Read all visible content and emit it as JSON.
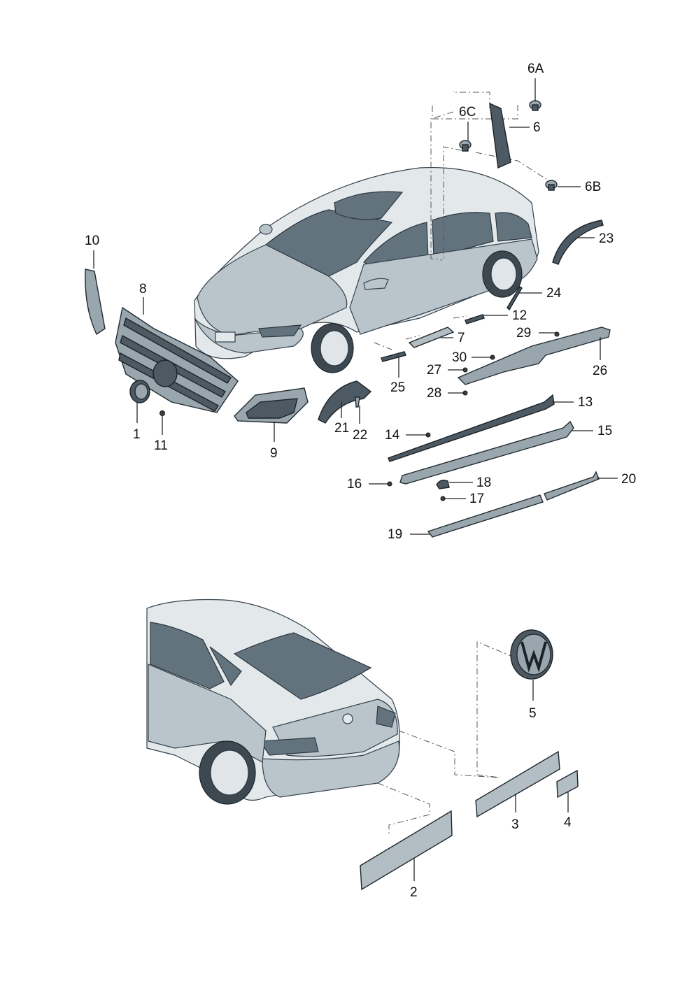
{
  "callouts": {
    "c1": "1",
    "c2": "2",
    "c3": "3",
    "c4": "4",
    "c5": "5",
    "c6": "6",
    "c6A": "6A",
    "c6B": "6B",
    "c6C": "6C",
    "c7": "7",
    "c8": "8",
    "c9": "9",
    "c10": "10",
    "c11": "11",
    "c12": "12",
    "c13": "13",
    "c14": "14",
    "c15": "15",
    "c16": "16",
    "c17": "17",
    "c18": "18",
    "c19": "19",
    "c20": "20",
    "c21": "21",
    "c22": "22",
    "c23": "23",
    "c24": "24",
    "c25": "25",
    "c26": "26",
    "c27": "27",
    "c28": "28",
    "c29": "29",
    "c30": "30"
  },
  "colors": {
    "background": "#ffffff",
    "car_body": "#b9c4cb",
    "glass": "#63737e",
    "part": "#9aa6ae",
    "line": "#222222"
  }
}
